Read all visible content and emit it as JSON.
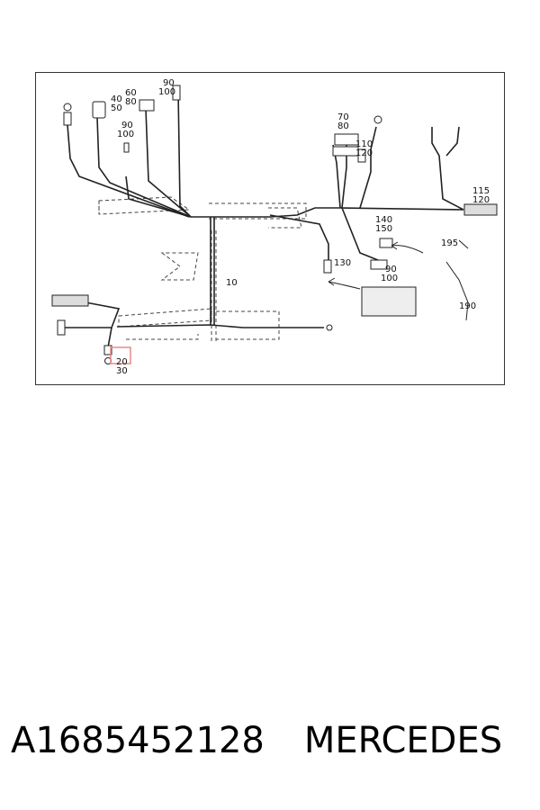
{
  "diagram": {
    "labels": {
      "l40": "40",
      "l50": "50",
      "l60": "60",
      "l80a": "80",
      "l90a": "90",
      "l100a": "100",
      "l90b": "90",
      "l100b": "100",
      "l70": "70",
      "l80b": "80",
      "l110": "110",
      "l120": "120",
      "l115": "115",
      "l120b": "120",
      "l140": "140",
      "l150": "150",
      "l195": "195",
      "l130": "130",
      "l90c": "90",
      "l100c": "100",
      "l190": "190",
      "l10": "10",
      "l20": "20",
      "l30": "30"
    },
    "highlight_color": "#e88a8a"
  },
  "footer": {
    "part_number": "A1685452128",
    "brand": "MERCEDES"
  }
}
